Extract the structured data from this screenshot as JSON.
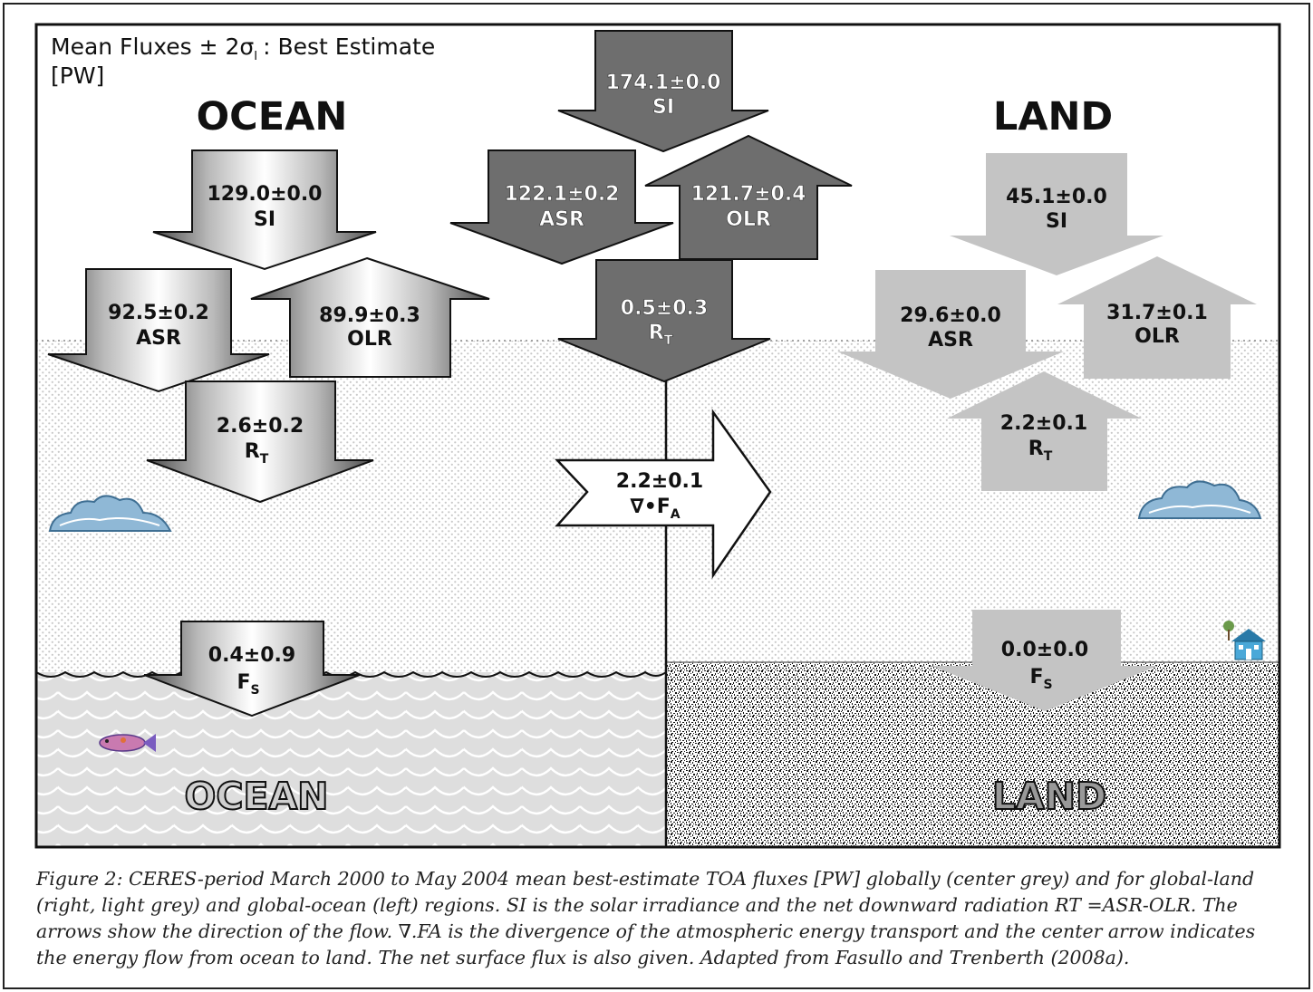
{
  "figure": {
    "title_line1": "Mean Fluxes ± 2σ",
    "title_sub": "I",
    "title_line1_end": ": Best Estimate",
    "title_line2": "[PW]",
    "ocean_heading": "OCEAN",
    "land_heading": "LAND",
    "ocean_surface_label": "OCEAN",
    "land_surface_label": "LAND"
  },
  "ocean": {
    "si": {
      "value": "129.0±0.0",
      "label": "SI"
    },
    "asr": {
      "value": "92.5±0.2",
      "label": "ASR"
    },
    "olr": {
      "value": "89.9±0.3",
      "label": "OLR"
    },
    "rt": {
      "value": "2.6±0.2",
      "label": "R",
      "sub": "T"
    },
    "fs": {
      "value": "0.4±0.9",
      "label": "F",
      "sub": "S"
    }
  },
  "global": {
    "si": {
      "value": "174.1±0.0",
      "label": "SI"
    },
    "asr": {
      "value": "122.1±0.2",
      "label": "ASR"
    },
    "olr": {
      "value": "121.7±0.4",
      "label": "OLR"
    },
    "rt": {
      "value": "0.5±0.3",
      "label": "R",
      "sub": "T"
    },
    "transport": {
      "value": "2.2±0.1",
      "label": "∇•F",
      "sub": "A"
    }
  },
  "land": {
    "si": {
      "value": "45.1±0.0",
      "label": "SI"
    },
    "asr": {
      "value": "29.6±0.0",
      "label": "ASR"
    },
    "olr": {
      "value": "31.7±0.1",
      "label": "OLR"
    },
    "rt": {
      "value": "2.2±0.1",
      "label": "R",
      "sub": "T"
    },
    "fs": {
      "value": "0.0±0.0",
      "label": "F",
      "sub": "S"
    }
  },
  "caption": "Figure 2: CERES-period March 2000 to May 2004 mean best-estimate TOA fluxes [PW] globally (center grey) and for global-land (right, light grey) and global-ocean (left) regions. SI is the solar irradiance and the net downward radiation RT =ASR-OLR. The arrows show the direction of the flow. ∇.FA is the divergence of the atmospheric energy transport and the center arrow indicates the energy flow from ocean to land. The net surface flux is also given. Adapted from Fasullo and Trenberth (2008a).",
  "colors": {
    "global_arrow": "#6e6e6e",
    "land_arrow": "#c4c4c4",
    "ocean_water": "#dcdcdc",
    "outline": "#111111"
  }
}
